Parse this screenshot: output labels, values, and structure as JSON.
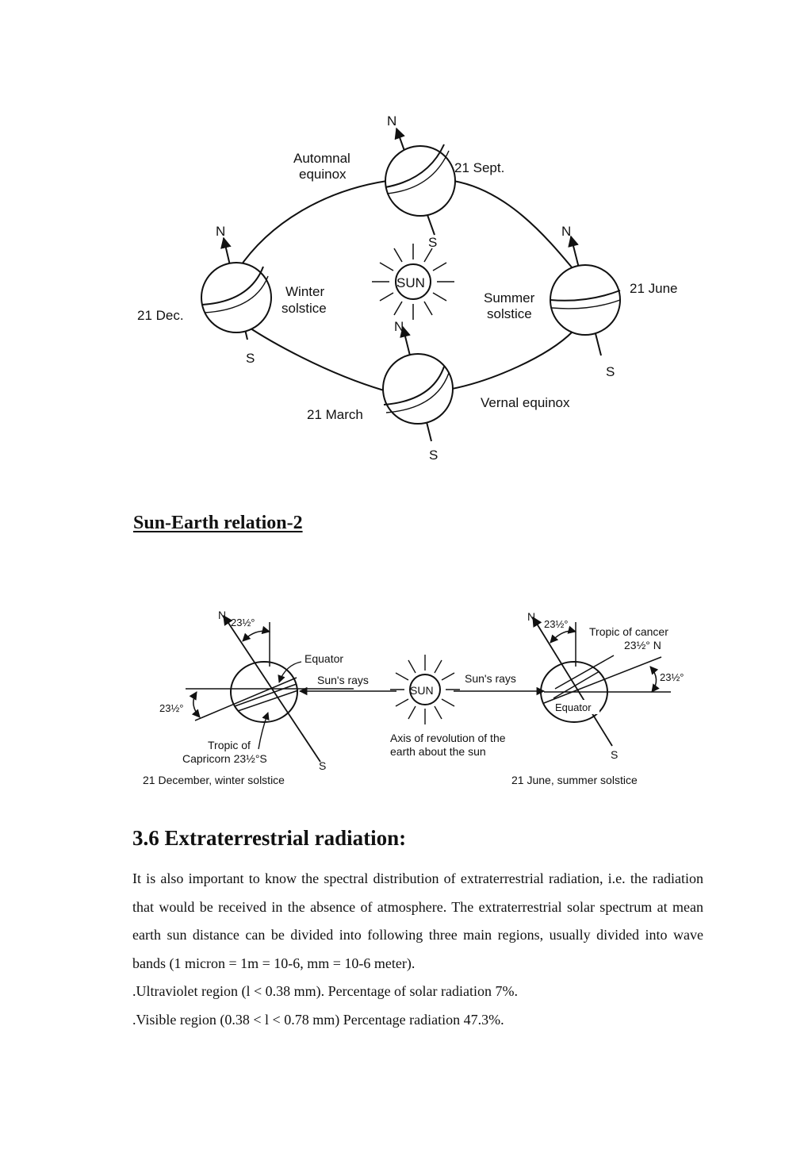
{
  "diagram1": {
    "labels": {
      "autumn_line1": "Automnal",
      "autumn_line2": "equinox",
      "sept": "21 Sept.",
      "winter_line1": "Winter",
      "winter_line2": "solstice",
      "dec": "21 Dec.",
      "summer_line1": "Summer",
      "summer_line2": "solstice",
      "june": "21 June",
      "march": "21 March",
      "vernal": "Vernal equinox",
      "sun": "SUN",
      "north": "N",
      "south": "S"
    }
  },
  "section_title_2": "Sun-Earth relation-2",
  "diagram2": {
    "labels": {
      "north": "N",
      "south": "S",
      "angle": "23½°",
      "equator": "Equator",
      "suns_rays": "Sun's rays",
      "sun": "SUN",
      "tropic_capricorn_1": "Tropic of",
      "tropic_capricorn_2": "Capricorn 23½°S",
      "december_caption": "21 December, winter solstice",
      "axis_line1": "Axis of revolution of the",
      "axis_line2": "earth about the sun",
      "tropic_cancer_1": "Tropic of cancer",
      "tropic_cancer_2": "23½° N",
      "june_caption": "21 June, summer solstice"
    }
  },
  "section_heading": "3.6 Extraterrestrial radiation:",
  "paragraph": "It is also important to know the spectral distribution of extraterrestrial radiation, i.e. the radiation that would be received in the absence of atmosphere. The extraterrestrial solar spectrum at mean earth sun distance can be divided into following three main regions, usually divided into wave bands (1 micron = 1m = 10-6, mm = 10-6 meter).",
  "list_items": [
    ".Ultraviolet region (l < 0.38 mm). Percentage of solar radiation 7%.",
    ".Visible region (0.38 < l < 0.78 mm) Percentage radiation 47.3%."
  ]
}
